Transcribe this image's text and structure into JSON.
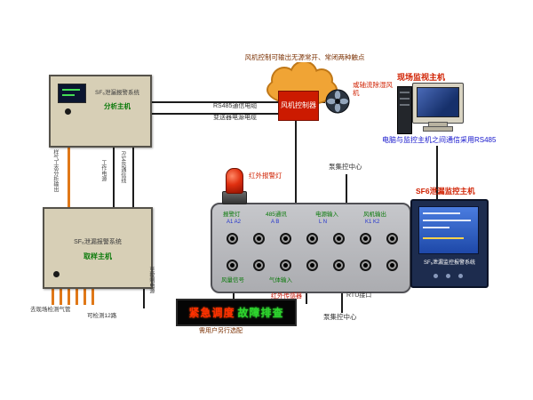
{
  "diagram": {
    "top_note": "风机控制可输出无源常开、常闭两种触点",
    "analysis_host": {
      "title": "SF₆泄漏报警系统",
      "subtitle": "分析主机"
    },
    "sampling_host": {
      "title": "SF₆泄漏报警系统",
      "subtitle": "取样主机"
    },
    "wire_labels": {
      "sample_out": "样气工态分析输出",
      "power": "工作电源",
      "rs485": "RS485通信线"
    },
    "cable_labels": {
      "rs485": "RS485通信电缆",
      "transmitter": "变送器电源电缆"
    },
    "fan_controller": "风机控制器",
    "fan_label": "或轴流除湿风机",
    "site_monitor_label": "现场监视主机",
    "rs485_note": "电脑与监控主机之间通信采用RS485",
    "beacon_label": "红外报警灯",
    "panel": {
      "top_labels": [
        "报警灯",
        "485通讯",
        "电源输入",
        "风机输出"
      ],
      "top_terminals": [
        "A1 A2",
        "A B",
        "L N",
        "K1 K2"
      ],
      "bottom_labels": [
        "风量信号",
        "气体输入"
      ],
      "sensor_label": "红外传感器"
    },
    "pump_center_top": "泵集控中心",
    "pump_center_bottom": "泵集控中心",
    "rtu_label": "RTU接口",
    "monitor_host": {
      "label": "SF6泄漏监控主机",
      "caption": "SF₆泄漏监控报警系统"
    },
    "led_display": {
      "seg1": "紧急调度",
      "seg2": "故障排查",
      "note": "需用户另行选配"
    },
    "bottom_labels": {
      "gas_pipe": "去现场检测气管",
      "channels": "可检测12路",
      "control_power": "至控制电源"
    }
  },
  "colors": {
    "accent_red": "#cc1a00",
    "wire_orange": "#e07818",
    "label_green": "#0a7a0a",
    "note_blue": "#1515cc"
  }
}
